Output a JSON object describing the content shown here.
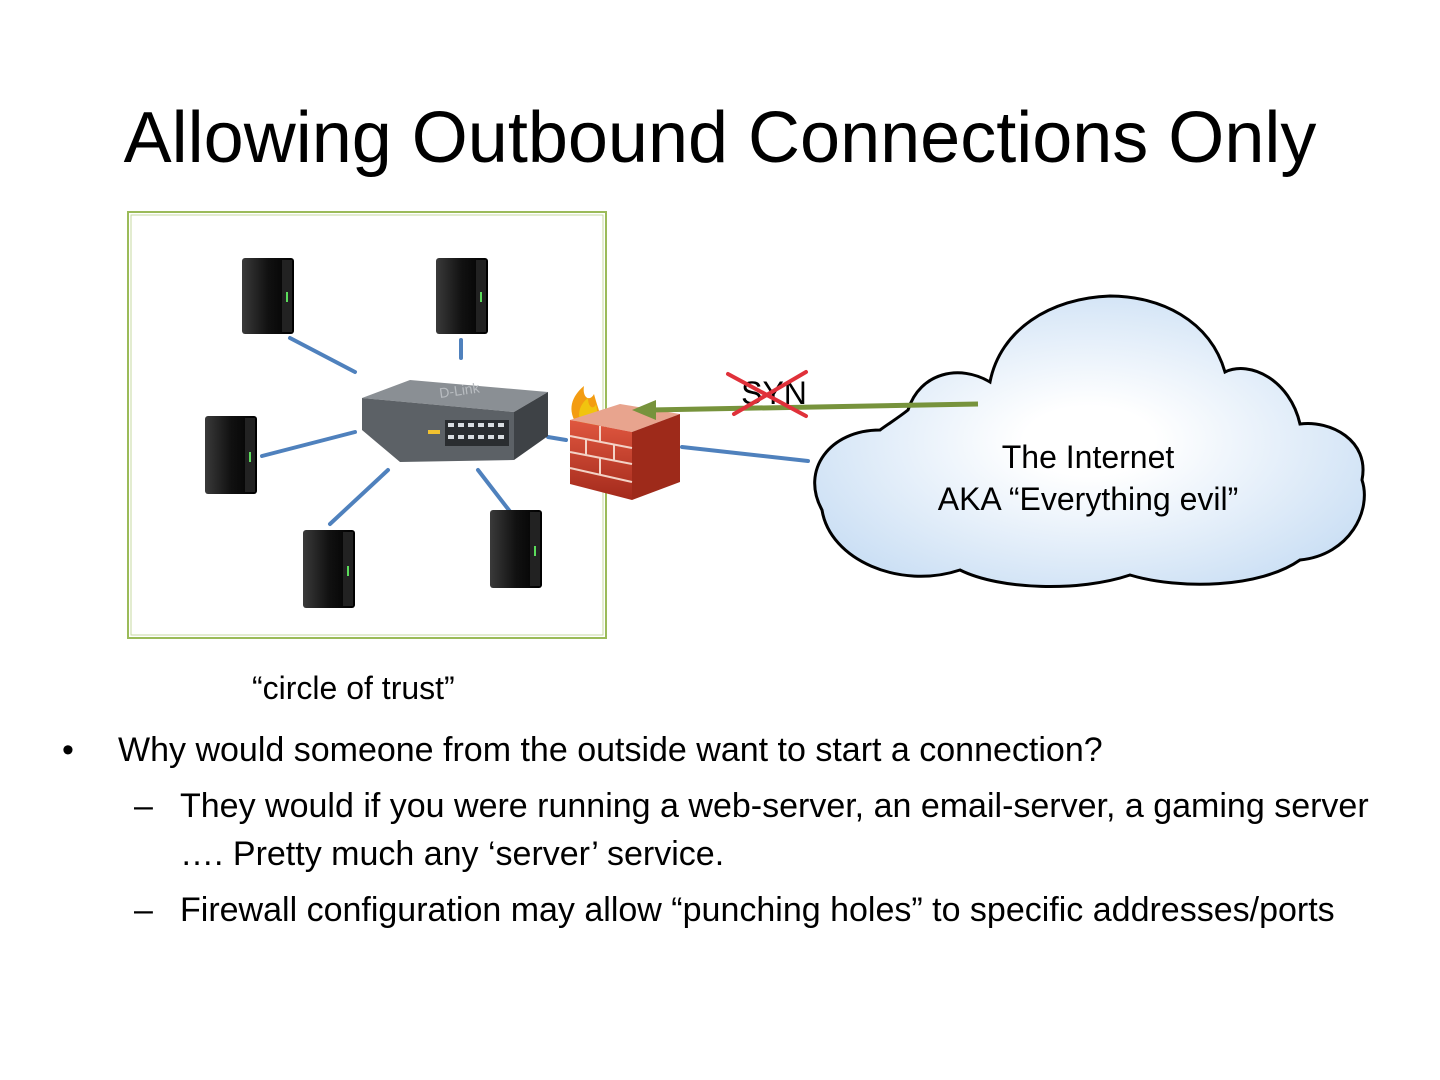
{
  "slide": {
    "title": "Allowing Outbound Connections Only"
  },
  "diagram": {
    "switch_brand": "D-Link",
    "syn_label": "SYN",
    "internet_line1": "The Internet",
    "internet_line2": "AKA “Everything evil”",
    "trust_caption": "“circle of trust”",
    "colors": {
      "link": "#4f81bd",
      "syn_arrow": "#77933c",
      "cross": "#e0313a",
      "trust_border": "#9bbb59",
      "cloud_fill": "#dbe9f8",
      "firewall_brick": "#c0392b"
    }
  },
  "bullets": [
    {
      "text": "Why would someone from the outside want to start a connection?",
      "children": [
        "They would if you were running a web-server, an email-server, a gaming server …. Pretty much any ‘server’ service.",
        "Firewall configuration may allow “punching holes” to specific addresses/ports"
      ]
    }
  ],
  "glyphs": {
    "bullet": "•",
    "dash": "–"
  }
}
